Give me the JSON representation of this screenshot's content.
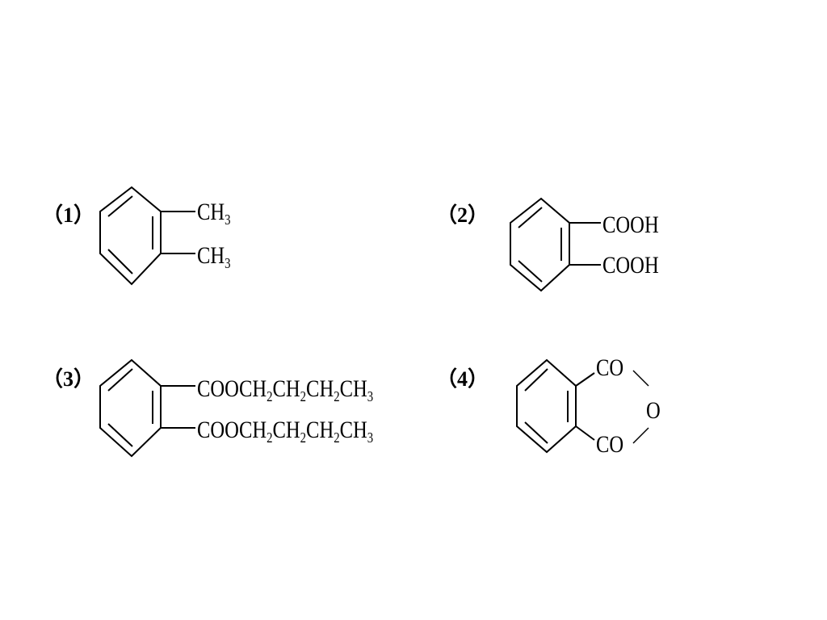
{
  "labels": [
    "（1）",
    "（2）",
    "（3）",
    "（4）"
  ],
  "compounds": [
    {
      "label": "（1）",
      "substituents": [
        {
          "parts": [
            {
              "t": "CH"
            },
            {
              "t": "3",
              "sub": true
            }
          ]
        },
        {
          "parts": [
            {
              "t": "CH"
            },
            {
              "t": "3",
              "sub": true
            }
          ]
        }
      ]
    },
    {
      "label": "（2）",
      "substituents": [
        {
          "parts": [
            {
              "t": "COOH"
            }
          ]
        },
        {
          "parts": [
            {
              "t": "COOH"
            }
          ]
        }
      ]
    },
    {
      "label": "（3）",
      "substituents": [
        {
          "parts": [
            {
              "t": "COOCH"
            },
            {
              "t": "2",
              "sub": true
            },
            {
              "t": "CH"
            },
            {
              "t": "2",
              "sub": true
            },
            {
              "t": "CH"
            },
            {
              "t": "2",
              "sub": true
            },
            {
              "t": "CH"
            },
            {
              "t": "3",
              "sub": true
            }
          ]
        },
        {
          "parts": [
            {
              "t": "COOCH"
            },
            {
              "t": "2",
              "sub": true
            },
            {
              "t": "CH"
            },
            {
              "t": "2",
              "sub": true
            },
            {
              "t": "CH"
            },
            {
              "t": "2",
              "sub": true
            },
            {
              "t": "CH"
            },
            {
              "t": "3",
              "sub": true
            }
          ]
        }
      ]
    },
    {
      "label": "（4）",
      "substituents": [
        {
          "parts": [
            {
              "t": "CO"
            }
          ]
        },
        {
          "parts": [
            {
              "t": "CO"
            }
          ]
        }
      ],
      "bridge": {
        "parts": [
          {
            "t": "O"
          }
        ]
      }
    }
  ]
}
